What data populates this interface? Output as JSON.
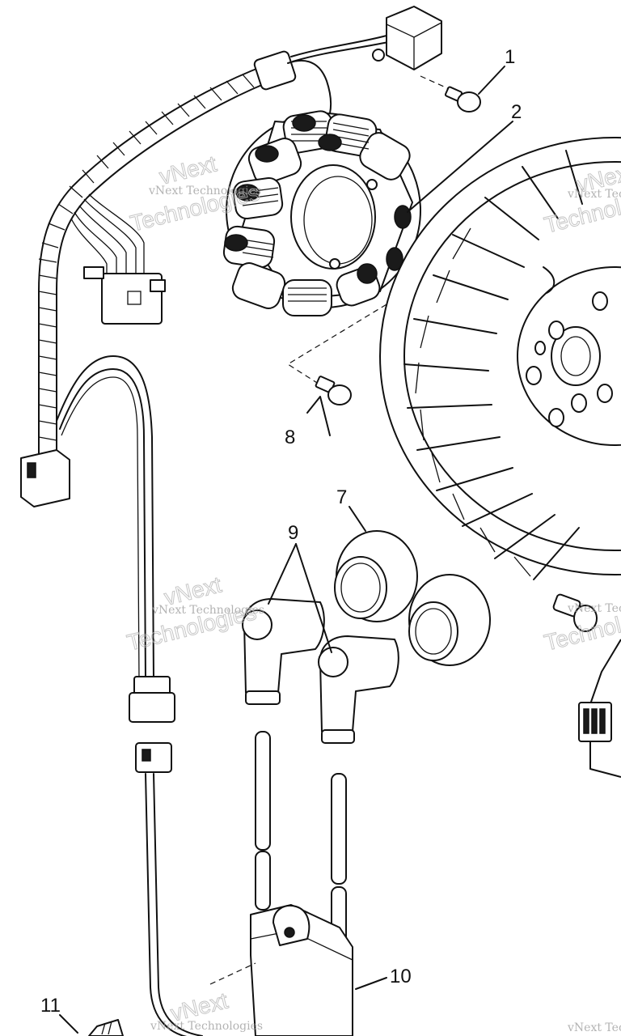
{
  "diagram": {
    "callouts": [
      {
        "id": "1",
        "label": "1"
      },
      {
        "id": "2",
        "label": "2"
      },
      {
        "id": "7",
        "label": "7"
      },
      {
        "id": "8",
        "label": "8"
      },
      {
        "id": "9",
        "label": "9"
      },
      {
        "id": "10",
        "label": "10"
      },
      {
        "id": "11",
        "label": "11"
      }
    ]
  },
  "watermark": {
    "text_small": "vNext Technologies",
    "text_big_1": "vNext",
    "text_big_2": "Technologies"
  }
}
